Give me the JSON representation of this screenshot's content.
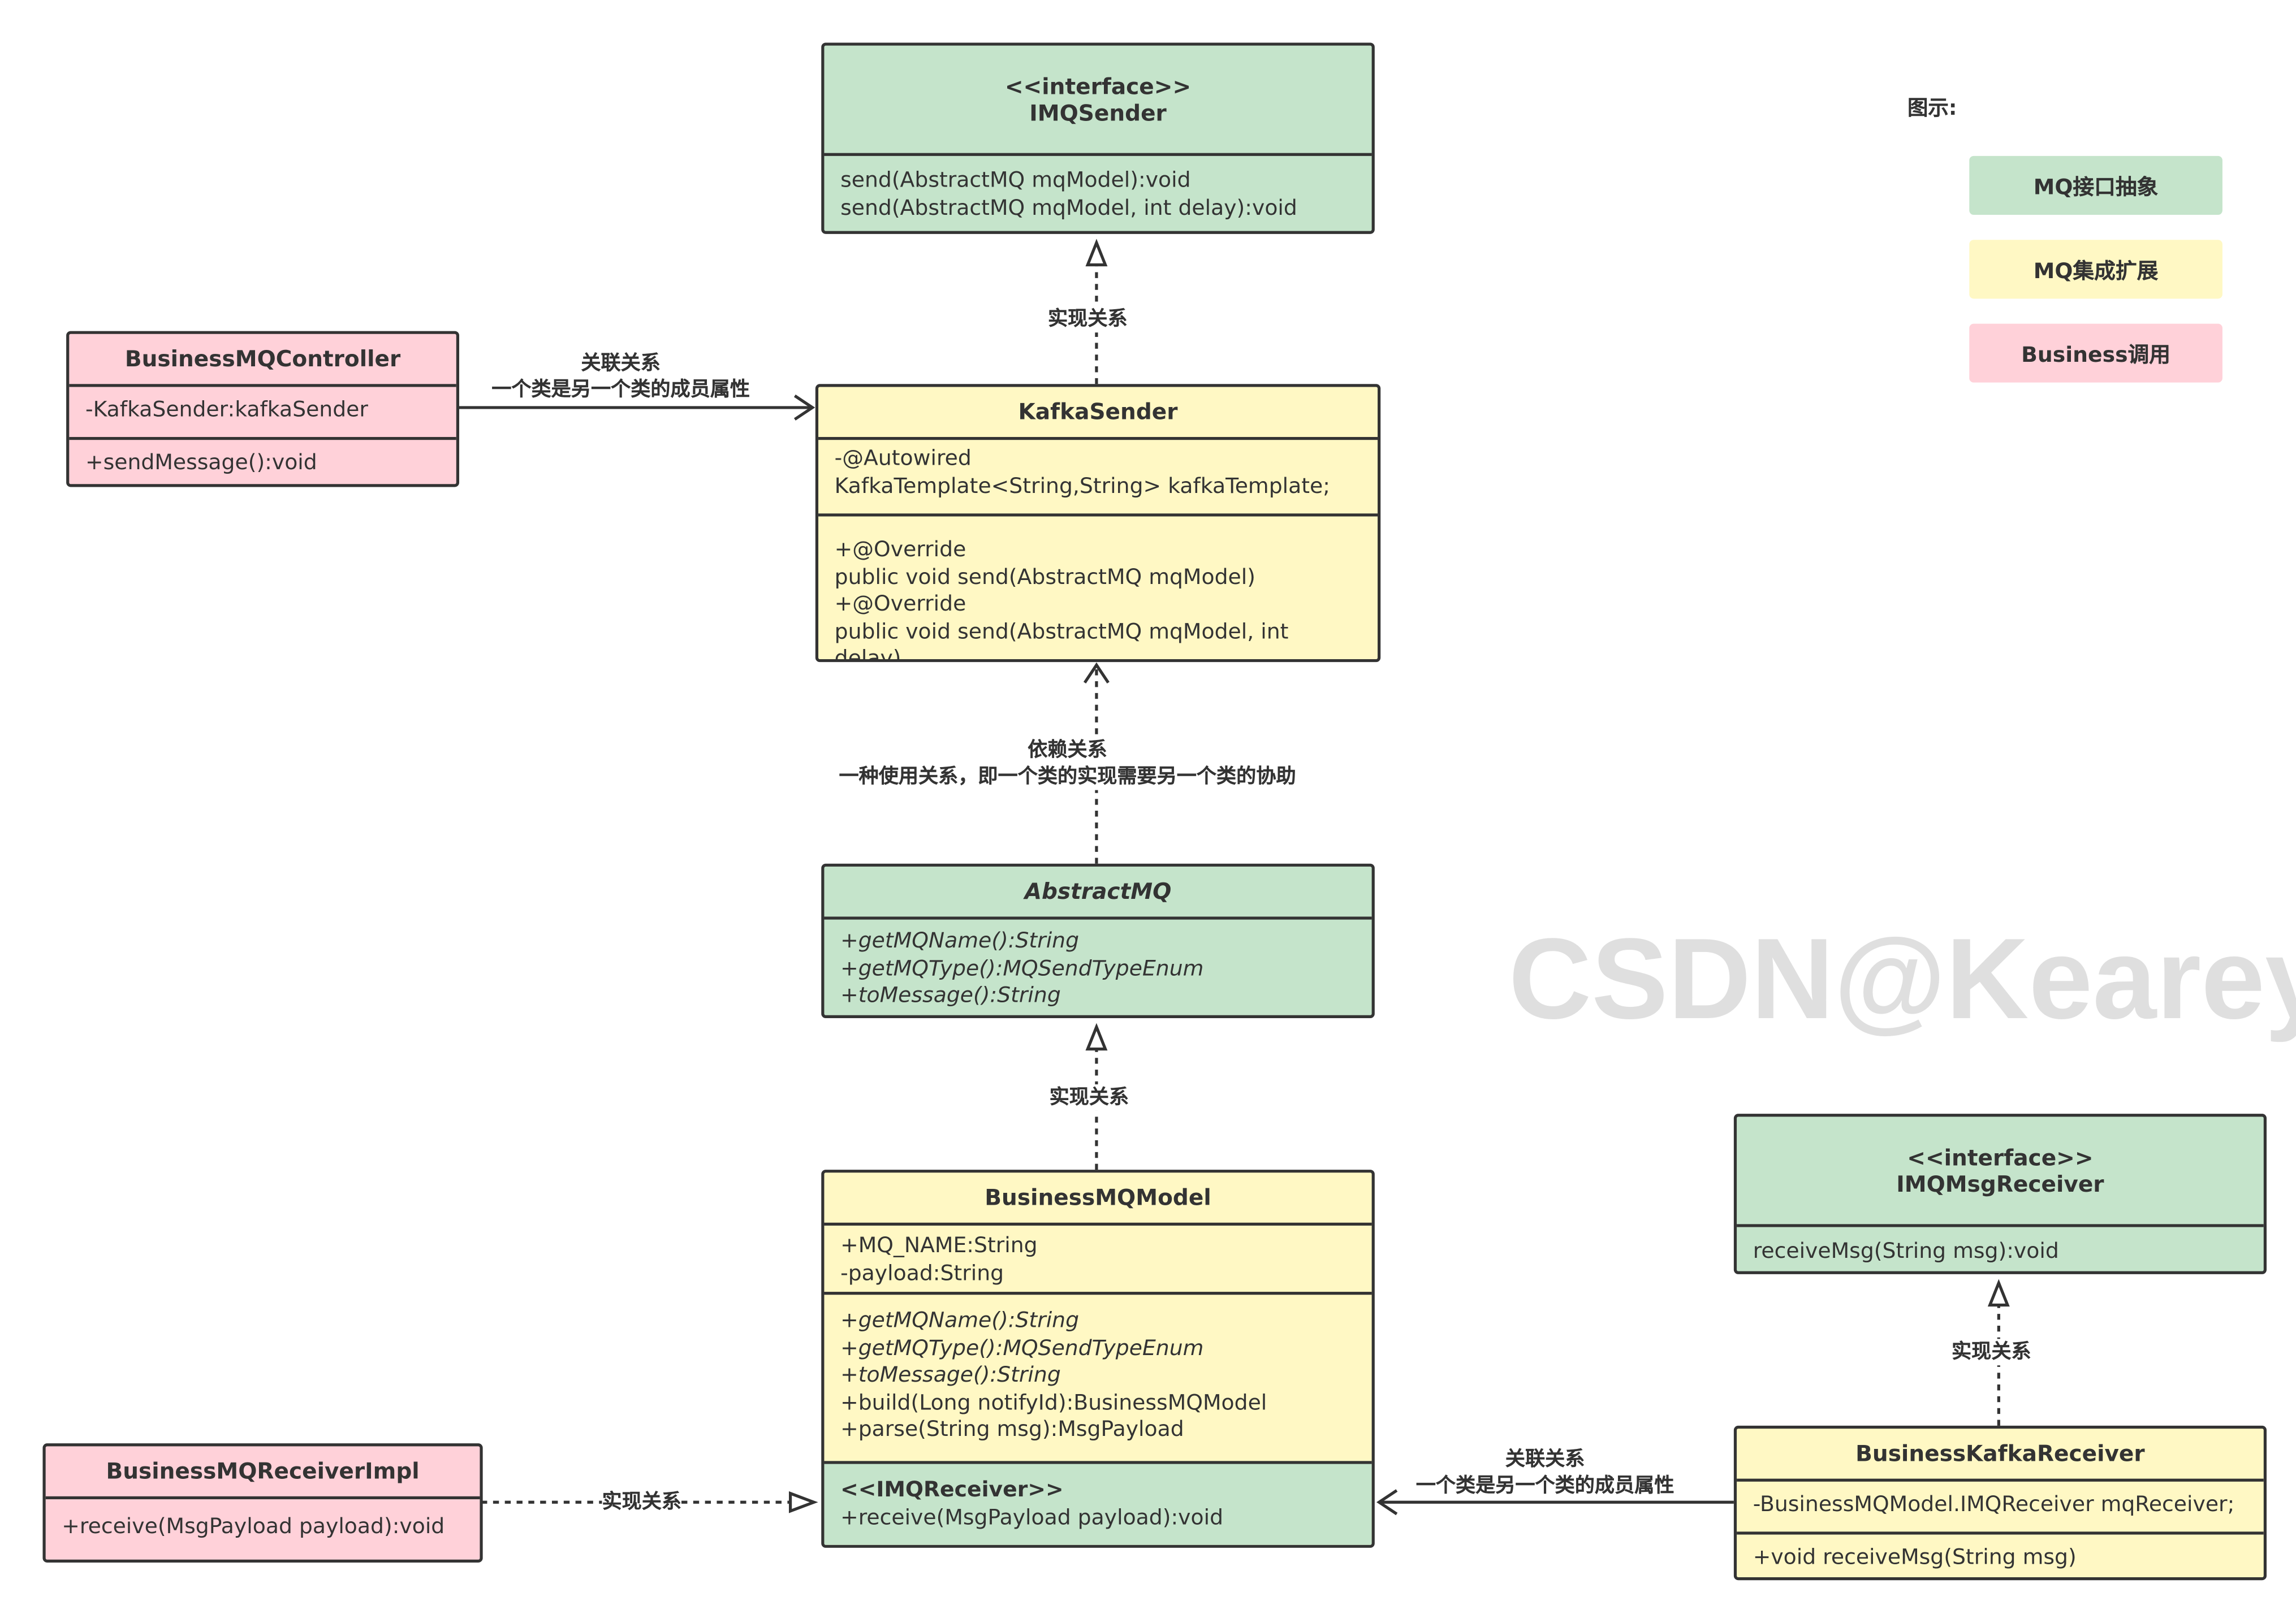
{
  "legend": {
    "title": "图示:",
    "items": [
      {
        "label": "MQ接口抽象",
        "color": "#c5e4cb"
      },
      {
        "label": "MQ集成扩展",
        "color": "#fff8c4"
      },
      {
        "label": "Business调用",
        "color": "#ffd1d9"
      }
    ]
  },
  "watermark": "CSDN@Kearey.",
  "classes": {
    "imqsender": {
      "stereotype": "<<interface>>",
      "name": "IMQSender",
      "methods": [
        "send(AbstractMQ mqModel):void",
        "send(AbstractMQ mqModel, int delay):void"
      ]
    },
    "kafkasender": {
      "name": "KafkaSender",
      "attrs": [
        "-@Autowired",
        "KafkaTemplate<String,String> kafkaTemplate;"
      ],
      "methods": [
        "+@Override",
        "public void send(AbstractMQ mqModel)",
        "+@Override",
        "public void send(AbstractMQ mqModel, int",
        "delay)"
      ]
    },
    "controller": {
      "name": "BusinessMQController",
      "attrs": [
        "-KafkaSender:kafkaSender"
      ],
      "methods": [
        "+sendMessage():void"
      ]
    },
    "abstractmq": {
      "name": "AbstractMQ",
      "methods": [
        "+getMQName():String",
        "+getMQType():MQSendTypeEnum",
        "+toMessage():String"
      ]
    },
    "model": {
      "name": "BusinessMQModel",
      "attrs": [
        "+MQ_NAME:String",
        "-payload:String"
      ],
      "methods_abstract": [
        "+getMQName():String",
        "+getMQType():MQSendTypeEnum",
        "+toMessage():String"
      ],
      "methods": [
        "+build(Long notifyId):BusinessMQModel",
        "+parse(String msg):MsgPayload"
      ],
      "inner_stereotype": "<<IMQReceiver>>",
      "inner_methods": [
        "+receive(MsgPayload payload):void"
      ]
    },
    "receiverimpl": {
      "name": "BusinessMQReceiverImpl",
      "methods": [
        "+receive(MsgPayload payload):void"
      ]
    },
    "imqmsgreceiver": {
      "stereotype": "<<interface>>",
      "name": "IMQMsgReceiver",
      "methods": [
        "receiveMsg(String msg):void"
      ]
    },
    "kafkareceiver": {
      "name": "BusinessKafkaReceiver",
      "attrs": [
        "-BusinessMQModel.IMQReceiver mqReceiver;"
      ],
      "methods": [
        "+void receiveMsg(String msg)"
      ]
    }
  },
  "relations": {
    "realize1": "实现关系",
    "assoc1": [
      "关联关系",
      "一个类是另一个类的成员属性"
    ],
    "depend": [
      "依赖关系",
      "一种使用关系，即一个类的实现需要另一个类的协助"
    ],
    "realize2": "实现关系",
    "realize3": "实现关系",
    "realize4": "实现关系",
    "assoc2": [
      "关联关系",
      "一个类是另一个类的成员属性"
    ]
  }
}
